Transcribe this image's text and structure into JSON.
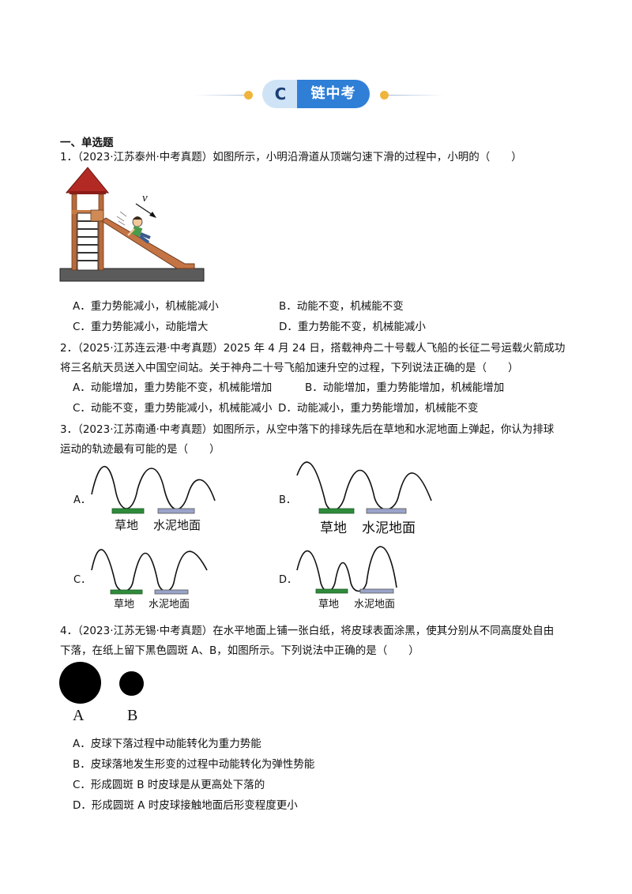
{
  "header": {
    "badge_letter": "C",
    "badge_text": "链中考"
  },
  "section_title": "一、单选题",
  "q1": {
    "stem": "1．（2023·江苏泰州·中考真题）如图所示，小明沿滑道从顶端匀速下滑的过程中，小明的（　　）",
    "figure_velocity_label": "v",
    "options": {
      "A": "A．重力势能减小，机械能减小",
      "B": "B．动能不变，机械能不变",
      "C": "C．重力势能减小，动能增大",
      "D": "D．重力势能不变，机械能减小"
    }
  },
  "q2": {
    "stem_line1": "2．（2025·江苏连云港·中考真题）2025 年 4 月 24 日，搭载神舟二十号载人飞船的长征二号运载火箭成功",
    "stem_line2": "将三名航天员送入中国空间站。关于神舟二十号飞船加速升空的过程，下列说法正确的是（　　）",
    "options": {
      "A": "A．动能增加，重力势能不变，机械能增加",
      "B": "B．动能增加，重力势能增加，机械能增加",
      "C": "C．动能不变，重力势能减小，机械能减小",
      "D": "D．动能减小，重力势能增加，机械能不变"
    }
  },
  "q3": {
    "stem_line1": "3．（2023·江苏南通·中考真题）如图所示，从空中落下的排球先后在草地和水泥地面上弹起，你认为排球",
    "stem_line2": "运动的轨迹最有可能的是（　　）",
    "labels": {
      "A": "A．",
      "B": "B．",
      "C": "C．",
      "D": "D．"
    },
    "grass": "草地",
    "cement": "水泥地面",
    "colors": {
      "grass": "#2e8b3a",
      "cement": "#9aa3c9"
    }
  },
  "q4": {
    "stem_line1": "4．（2023·江苏无锡·中考真题）在水平地面上铺一张白纸，将皮球表面涂黑，使其分别从不同高度处自由",
    "stem_line2": "下落，在纸上留下黑色圆斑 A、B，如图所示。下列说法中正确的是（　　）",
    "spot_a": "A",
    "spot_b": "B",
    "options": {
      "A": "A．皮球下落过程中动能转化为重力势能",
      "B": "B．皮球落地发生形变的过程中动能转化为弹性势能",
      "C": "C．形成圆斑 B 时皮球是从更高处下落的",
      "D": "D．形成圆斑 A 时皮球接触地面后形变程度更小"
    }
  }
}
